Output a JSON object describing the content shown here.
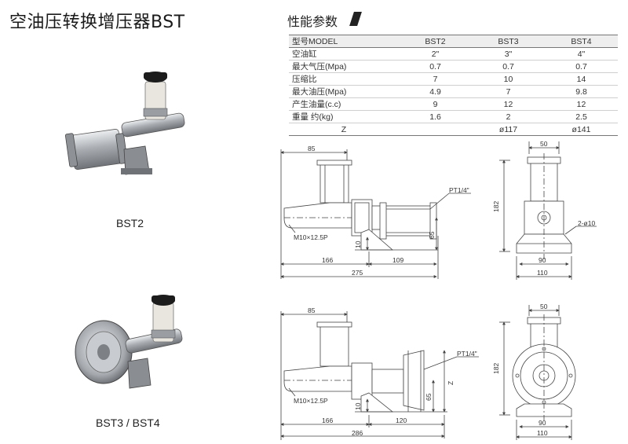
{
  "title": "空油压转换增压器BST",
  "performance": {
    "heading": "性能参数",
    "headers": [
      "型号MODEL",
      "BST2",
      "BST3",
      "BST4"
    ],
    "rows": [
      [
        "空油缸",
        "2\"",
        "3\"",
        "4\""
      ],
      [
        "最大气压(Mpa)",
        "0.7",
        "0.7",
        "0.7"
      ],
      [
        "压缩比",
        "7",
        "10",
        "14"
      ],
      [
        "最大油压(Mpa)",
        "4.9",
        "7",
        "9.8"
      ],
      [
        "产生油量(c.c)",
        "9",
        "12",
        "12"
      ],
      [
        "重量   约(kg)",
        "1.6",
        "2",
        "2.5"
      ],
      [
        "Z",
        "",
        "ø117",
        "ø141"
      ]
    ]
  },
  "products": {
    "bst2_label": "BST2",
    "bst34_label": "BST3 / BST4"
  },
  "drawing_top": {
    "d85": "85",
    "pt": "PT1/4\"",
    "m10": "M10×12.5P",
    "d10": "10",
    "d65": "65",
    "d166": "166",
    "d109": "109",
    "d275": "275",
    "d50": "50",
    "d182": "182",
    "hole": "2-ø10",
    "d90": "90",
    "d110": "110"
  },
  "drawing_bottom": {
    "d85": "85",
    "pt": "PT1/4\"",
    "z": "Z",
    "m10": "M10×12.5P",
    "d10": "10",
    "d65": "65",
    "d166": "166",
    "d120": "120",
    "d286": "286",
    "d50": "50",
    "d182": "182",
    "d90": "90",
    "d110": "110"
  },
  "colors": {
    "line": "#444444",
    "metal": "#b9bcc0",
    "dark": "#1c1c1c"
  }
}
